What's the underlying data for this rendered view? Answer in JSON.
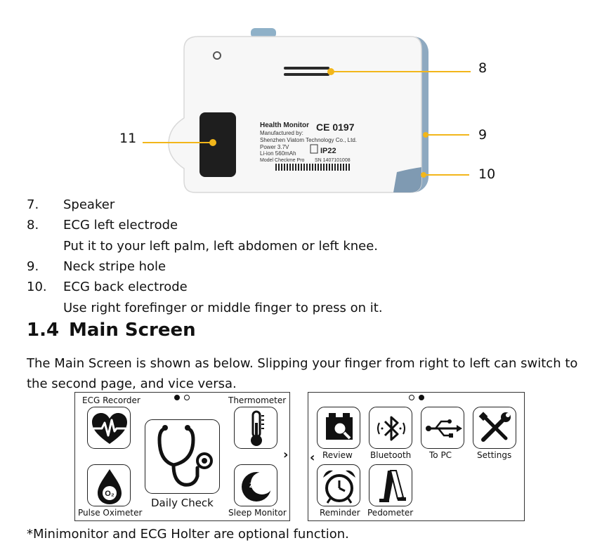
{
  "device": {
    "label_title": "Health Monitor",
    "label_ce": "CE 0197",
    "label_mfg": "Manufactured by:",
    "label_company": "Shenzhen Viatom Technology Co., Ltd.",
    "label_power": "Power  3.7V",
    "label_battery": "Li-ion 560mAh",
    "label_ip": "IP22",
    "label_model": "Model Checkme Pro",
    "label_sn": "SN 1407101008",
    "callouts": [
      "8",
      "9",
      "10",
      "11"
    ]
  },
  "components": [
    {
      "num": "7.",
      "text": "Speaker"
    },
    {
      "num": "8.",
      "text": "ECG left electrode",
      "note": "Put it to your left palm, left abdomen or left knee."
    },
    {
      "num": "9.",
      "text": "Neck stripe hole"
    },
    {
      "num": "10.",
      "text": "ECG back electrode",
      "note": "Use right forefinger or middle finger to press on it."
    }
  ],
  "section": {
    "number": "1.4",
    "title": "Main Screen"
  },
  "intro": {
    "line1": "The Main Screen is shown as below. Slipping your finger from right to left can switch to",
    "line2": "the second page, and vice versa."
  },
  "screen1": {
    "ecg_recorder": "ECG Recorder",
    "thermometer": "Thermometer",
    "daily_check": "Daily Check",
    "pulse_oximeter": "Pulse Oximeter",
    "sleep_monitor": "Sleep Monitor",
    "o2_symbol": "O₂",
    "zz_symbol": "Zz",
    "next_chevron": "›"
  },
  "screen2": {
    "review": "Review",
    "bluetooth": "Bluetooth",
    "to_pc": "To PC",
    "settings": "Settings",
    "reminder": "Reminder",
    "pedometer": "Pedometer",
    "prev_chevron": "‹"
  },
  "footnote": "*Minimonitor and ECG Holter are optional function."
}
